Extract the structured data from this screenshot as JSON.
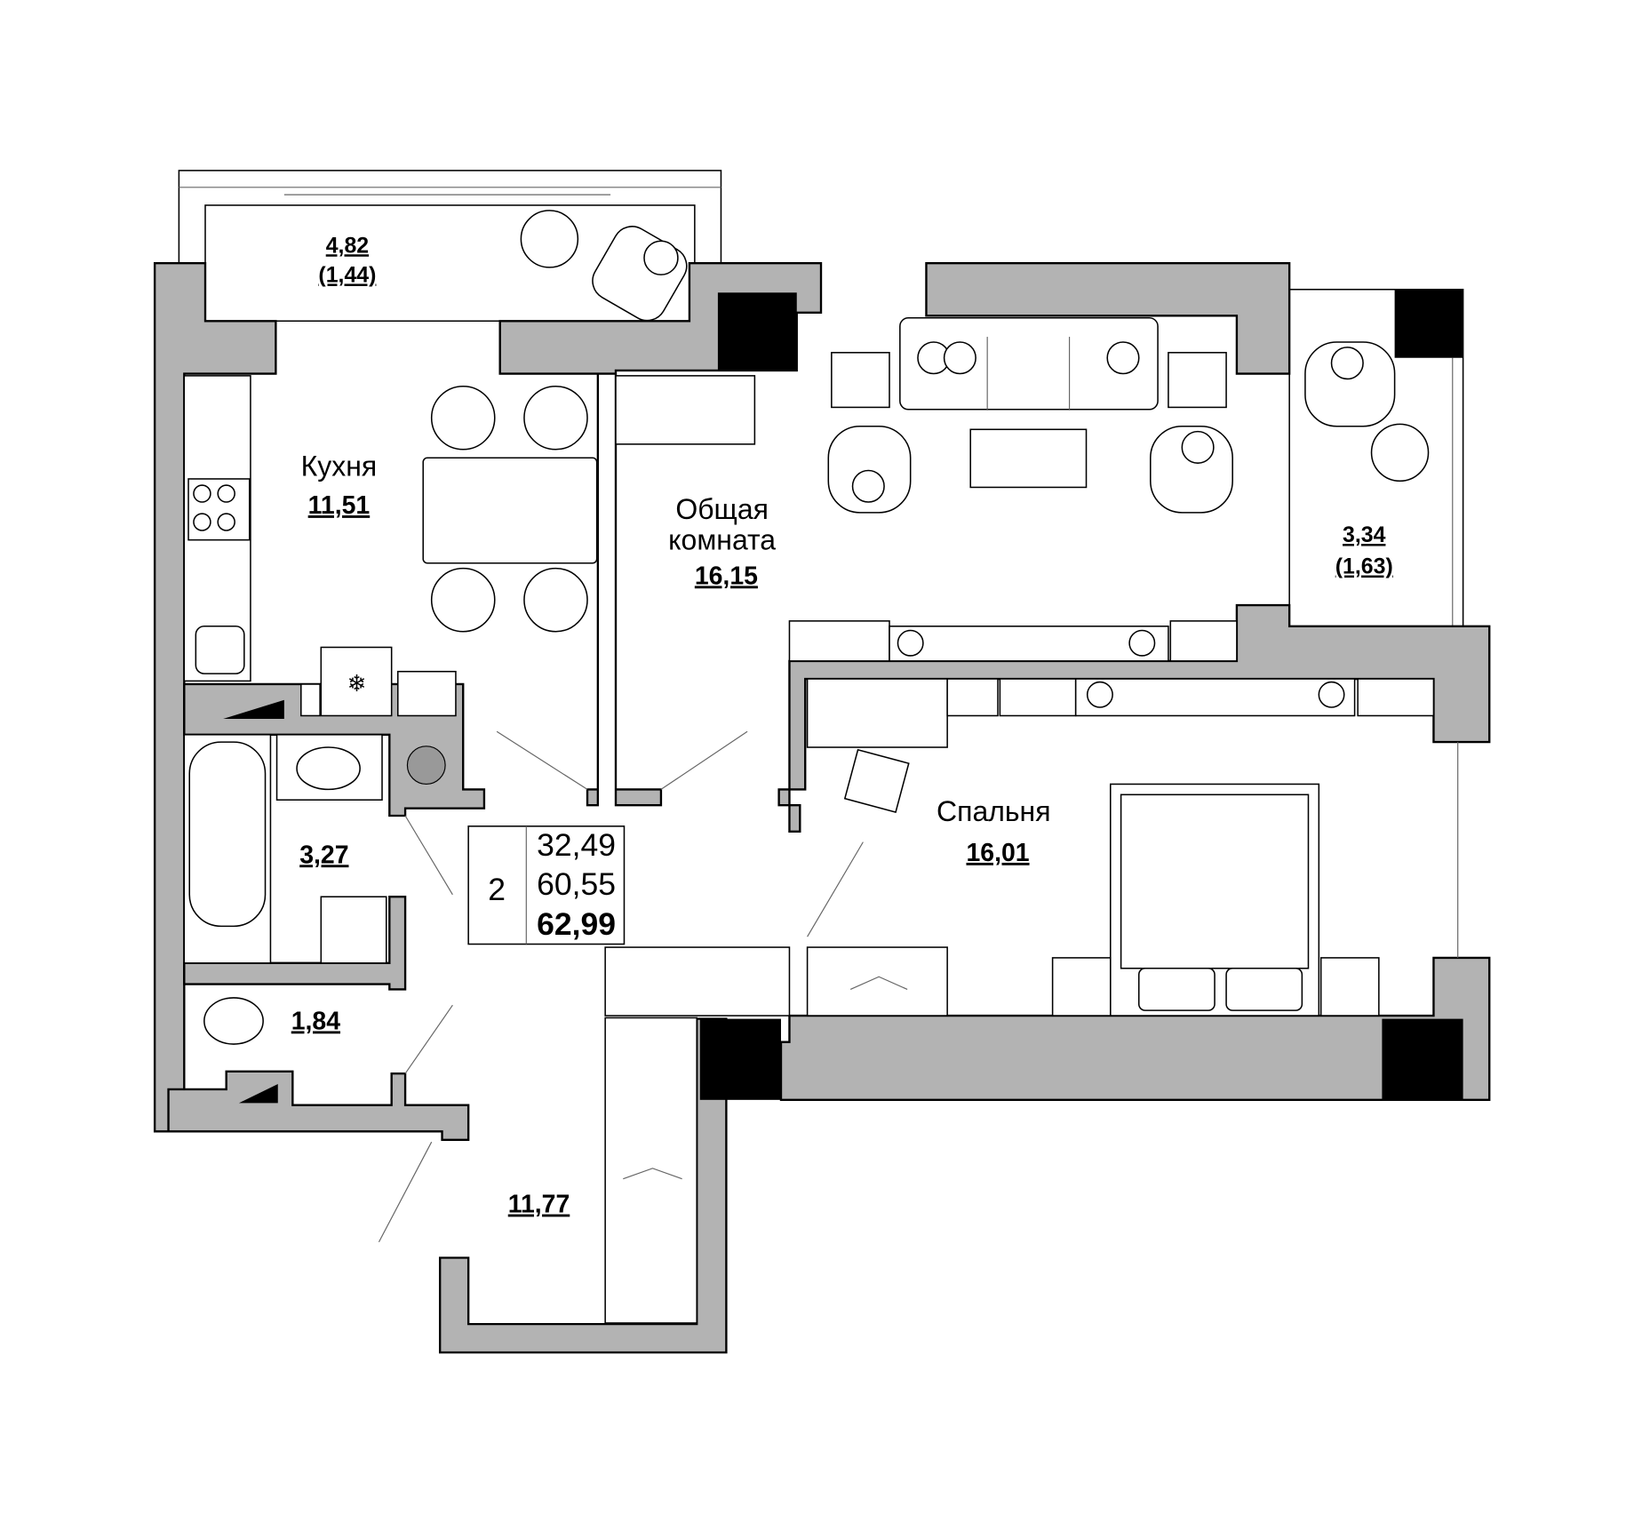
{
  "rooms": {
    "balcony_top": {
      "area": "4,82",
      "reduced": "(1,44)"
    },
    "kitchen": {
      "name": "Кухня",
      "area": "11,51"
    },
    "living": {
      "name_line1": "Общая",
      "name_line2": "комната",
      "area": "16,15"
    },
    "balcony_right": {
      "area": "3,34",
      "reduced": "(1,63)"
    },
    "bedroom": {
      "name": "Спальня",
      "area": "16,01"
    },
    "bathroom": {
      "area": "3,27"
    },
    "toilet": {
      "area": "1,84"
    },
    "hallway": {
      "area": "11,77"
    }
  },
  "summary": {
    "rooms_count": "2",
    "living_area": "32,49",
    "total_area": "60,55",
    "total_with_balconies": "62,99"
  },
  "colors": {
    "wall": "#b3b3b3",
    "column": "#000000"
  }
}
